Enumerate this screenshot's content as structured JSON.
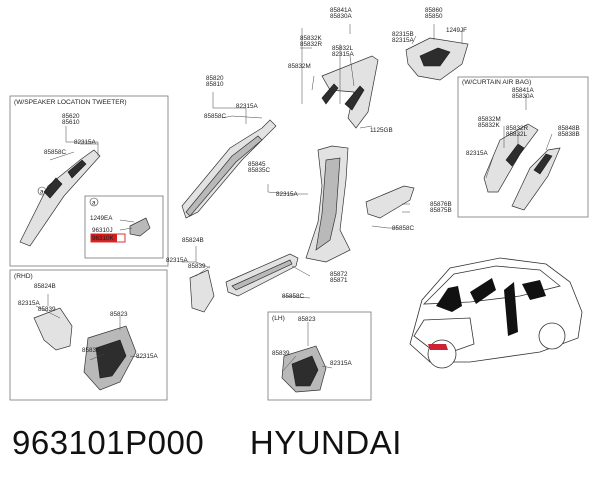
{
  "panels": {
    "speaker": {
      "title": "(W/SPEAKER LOCATION TWEETER)",
      "callout": "a"
    },
    "curtain": {
      "title": "(W/CURTAIN AIR BAG)"
    },
    "rhd": {
      "title": "(RHD)"
    },
    "lh": {
      "title": "(LH)"
    },
    "inset": {
      "callout": "a"
    }
  },
  "part_labels": [
    "85841A",
    "85830A",
    "85860",
    "85850",
    "1249JF",
    "82315B",
    "82315A",
    "85832M",
    "85832K",
    "85832R",
    "85832L",
    "82315A",
    "1125GB",
    "85820",
    "85810",
    "82315A",
    "85858C",
    "85845",
    "85835C",
    "82315A",
    "85876B",
    "85875B",
    "85858C",
    "85620",
    "85610",
    "85858C",
    "82315A",
    "1249EA",
    "96310J",
    "96310K",
    "85824B",
    "82315A",
    "85839",
    "85872",
    "85871",
    "85858C",
    "85824B",
    "82315A",
    "85839",
    "85823",
    "85839",
    "82315A",
    "85823",
    "85839",
    "82315A",
    "85841A",
    "85830A",
    "85832M",
    "85832K",
    "85832R",
    "85832L",
    "82315A",
    "85848B",
    "85838B"
  ],
  "highlighted_part_index": 29,
  "footer": {
    "part_number": "963101P000",
    "brand": "HYUNDAI"
  }
}
